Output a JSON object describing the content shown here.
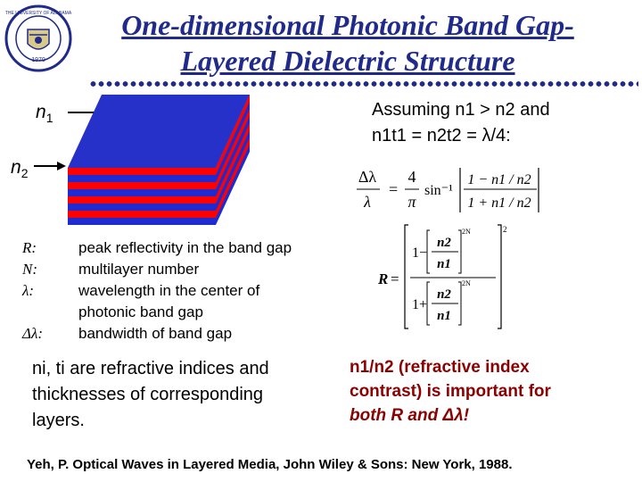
{
  "slide": {
    "title_line1": "One-dimensional Photonic Band Gap-",
    "title_line2": "Layered Dielectric Structure",
    "seal": {
      "text_top": "THE UNIVERSITY OF ALABAMA",
      "year": "1970"
    },
    "labels": {
      "n1_base": "n",
      "n1_sub": "1",
      "n2_base": "n",
      "n2_sub": "2"
    },
    "assumption": {
      "line1": "Assuming n1 > n2 and",
      "line2": "n1t1 = n2t2 = λ/4:"
    },
    "equation1": {
      "lhs_num": "Δλ",
      "lhs_den": "λ",
      "equals": "=",
      "coef_num": "4",
      "coef_den": "π",
      "func": "sin⁻¹",
      "num": "1 − n1 / n2",
      "den": "1 + n1 / n2"
    },
    "equation2": {
      "lhs": "R",
      "equals": "=",
      "num_top": "n2",
      "num_bot": "n1",
      "exp": "2N",
      "outer_exp": "2"
    },
    "definitions": [
      {
        "symbol": "R:",
        "text": "peak reflectivity in the band gap"
      },
      {
        "symbol": "N:",
        "text": "multilayer number"
      },
      {
        "symbol": "λ:",
        "text": "wavelength in the center of"
      },
      {
        "symbol": "",
        "text": "photonic band gap"
      },
      {
        "symbol": "Δλ:",
        "text": "bandwidth of band gap"
      }
    ],
    "ni_note": {
      "line1": "ni, ti are refractive indices and",
      "line2": "thicknesses of corresponding",
      "line3": "layers."
    },
    "contrast_note": {
      "line1": "n1/n2 (refractive index",
      "line2": "contrast) is important for",
      "line3": "both R and Δλ!"
    },
    "reference": "Yeh, P. Optical Waves in Layered Media, John Wiley & Sons: New York, 1988.",
    "colors": {
      "title": "#1f2a8a",
      "layer_red": "#ff0000",
      "layer_blue": "#1e2bd0",
      "contrast": "#8b0000"
    }
  }
}
